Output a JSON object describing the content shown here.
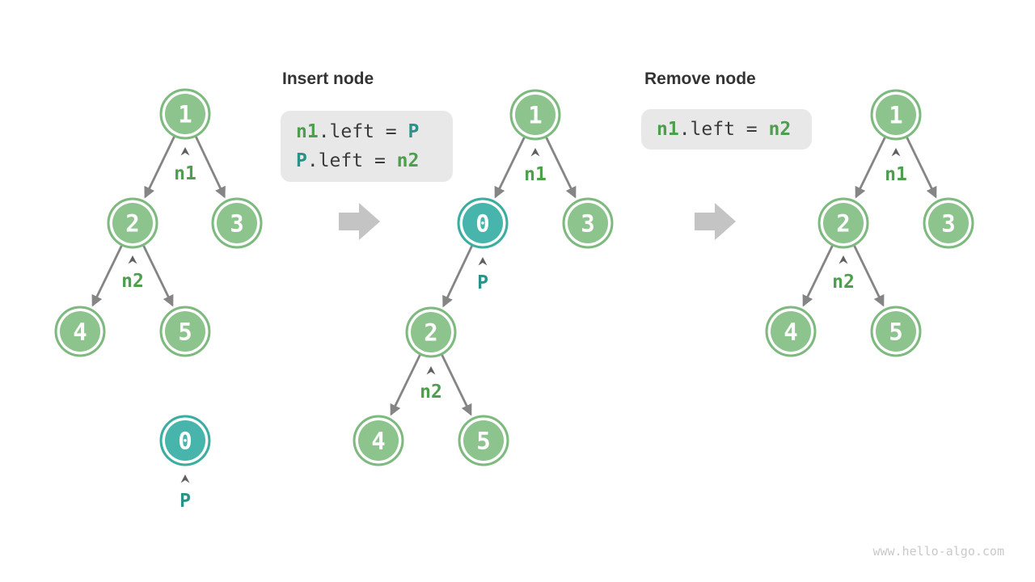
{
  "diagram": {
    "insert": {
      "title": "Insert node",
      "code": {
        "line1": {
          "k1": "n1",
          "mid": ".left = ",
          "k2": "P"
        },
        "line2": {
          "k1": "P",
          "mid": ".left = ",
          "k2": "n2"
        }
      }
    },
    "remove": {
      "title": "Remove node",
      "code": {
        "line1": {
          "k1": "n1",
          "mid": ".left = ",
          "k2": "n2"
        }
      }
    },
    "trees": {
      "left": {
        "nodes": {
          "a": "1",
          "b": "2",
          "c": "3",
          "d": "4",
          "e": "5",
          "p": "0"
        },
        "labels": {
          "n1": "n1",
          "n2": "n2",
          "p": "P"
        }
      },
      "middle": {
        "nodes": {
          "a": "1",
          "p": "0",
          "c": "3",
          "b": "2",
          "d": "4",
          "e": "5"
        },
        "labels": {
          "n1": "n1",
          "p": "P",
          "n2": "n2"
        }
      },
      "right": {
        "nodes": {
          "a": "1",
          "b": "2",
          "c": "3",
          "d": "4",
          "e": "5"
        },
        "labels": {
          "n1": "n1",
          "n2": "n2"
        }
      }
    },
    "watermark": "www.hello-algo.com",
    "colors": {
      "node_green_fill": "#8dc48d",
      "node_green_border": "#7eb97f",
      "node_teal_fill": "#47b5ab",
      "node_teal_border": "#3cada1",
      "label_green": "#4d9e4d",
      "label_teal": "#2a9287",
      "code_bg": "#e8e8e8",
      "code_plain": "#3b3b3b",
      "edge_gray": "#858585",
      "big_arrow_gray": "#c4c4c4",
      "title_text": "#333333",
      "watermark_gray": "#c9c9c9"
    }
  }
}
